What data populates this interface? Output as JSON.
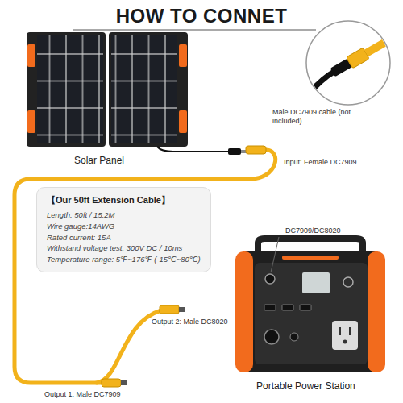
{
  "diagram": {
    "title": "HOW TO CONNET",
    "nodes": [
      {
        "text": [
          "【Our 50ft Extension Cable】",
          "Length: 50ft / 15.2M",
          "Wire gauge:14AWG",
          "Rated current: 15A",
          "Withstand voltage test: 300V DC / 10ms",
          "Temperature range: 5℉~176℉ (-15℃~80℃)"
        ]
      }
    ],
    "labels": [
      "Male DC7909 cable (not included)",
      "Solar Panel",
      "Input: Female DC7909",
      "DC7909/DC8020",
      "Output 2: Male DC8020",
      "Output 1: Male DC7909",
      "Portable Power Station"
    ]
  }
}
